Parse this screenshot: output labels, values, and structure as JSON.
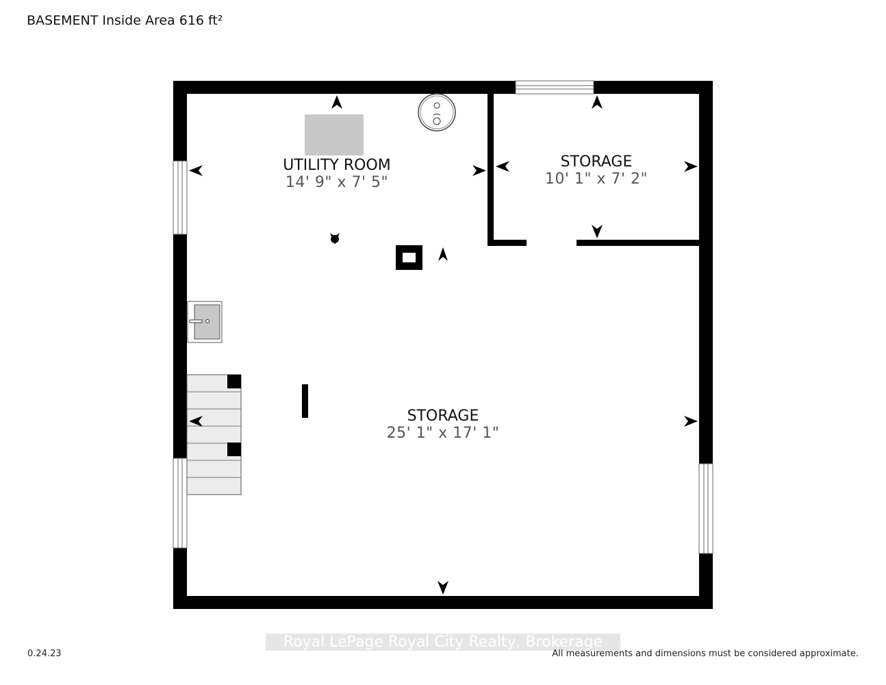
{
  "header": {
    "title": "BASEMENT Inside Area 616 ft²"
  },
  "rooms": [
    {
      "name": "UTILITY ROOM",
      "dimensions": "14' 9\" x 7' 5\""
    },
    {
      "name": "STORAGE",
      "dimensions": "10' 1\" x 7' 2\""
    },
    {
      "name": "STORAGE",
      "dimensions": "25' 1\" x 17' 1\""
    }
  ],
  "footer": {
    "version": "0.24.23",
    "watermark": "Royal LePage Royal City Realty, Brokerage",
    "disclaimer": "All measurements and dimensions must be considered approximate."
  },
  "colors": {
    "wall": "#000000",
    "fixture": "#c8c8c8",
    "stairs": "#ececec",
    "window": "#ffffff"
  }
}
